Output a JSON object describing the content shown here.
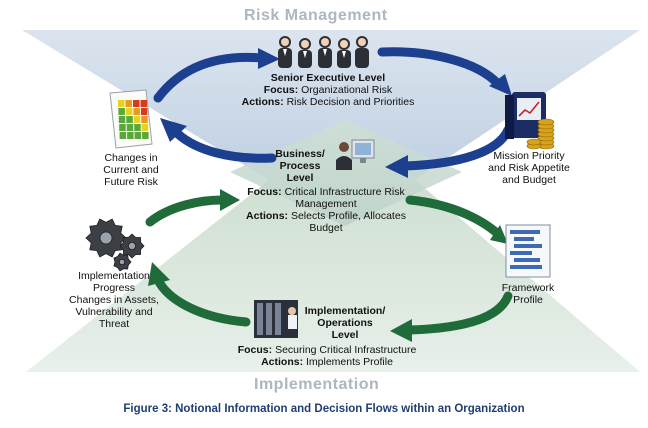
{
  "diagram": {
    "top_title": "Risk Management",
    "bottom_title": "Implementation",
    "caption": "Figure 3: Notional Information and Decision Flows within an Organization",
    "senior": {
      "title": "Senior Executive Level",
      "focus_label": "Focus:",
      "focus": "Organizational Risk",
      "actions_label": "Actions:",
      "actions": "Risk Decision and Priorities"
    },
    "business": {
      "title_line1": "Business/",
      "title_line2": "Process",
      "title_line3": "Level",
      "focus_label": "Focus:",
      "focus_line1": "Critical Infrastructure Risk",
      "focus_line2": "Management",
      "actions_label": "Actions:",
      "actions_line1": "Selects Profile, Allocates",
      "actions_line2": "Budget"
    },
    "implementation": {
      "title_line1": "Implementation/",
      "title_line2": "Operations",
      "title_line3": "Level",
      "focus_label": "Focus:",
      "focus": "Securing Critical Infrastructure",
      "actions_label": "Actions:",
      "actions": "Implements Profile"
    },
    "changes_risk": {
      "line1": "Changes in",
      "line2": "Current and",
      "line3": "Future Risk"
    },
    "mission": {
      "line1": "Mission Priority",
      "line2": "and Risk Appetite",
      "line3": "and Budget"
    },
    "progress": {
      "line1": "Implementation",
      "line2": "Progress",
      "line3": "Changes in Assets,",
      "line4": "Vulnerability and",
      "line5": "Threat"
    },
    "framework": {
      "line1": "Framework",
      "line2": "Profile"
    },
    "colors": {
      "risk_band": "#c6d6e6",
      "impl_band": "#d3e3d8",
      "arrow_blue": "#1d3f8f",
      "arrow_green": "#1f6b3a",
      "title_grey": "#aeb6bf",
      "caption_blue": "#1f3f73"
    },
    "icons": [
      "executives-group-icon",
      "risk-heatmap-document-icon",
      "financial-binder-coins-icon",
      "business-person-computer-icon",
      "gears-icon",
      "framework-profile-document-icon",
      "server-room-technician-icon"
    ]
  }
}
